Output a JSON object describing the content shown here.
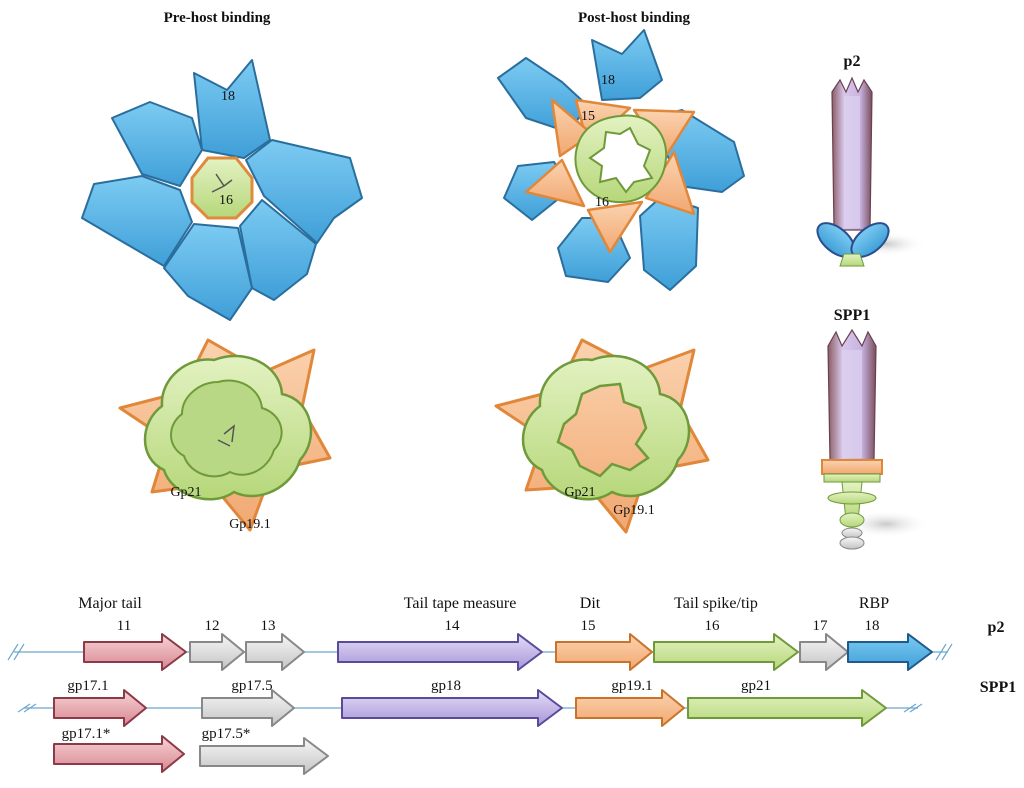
{
  "headings": {
    "pre": "Pre-host binding",
    "post": "Post-host binding",
    "p2": "p2",
    "spp1": "SPP1"
  },
  "labels": {
    "pre_outer": "18",
    "pre_inner": "16",
    "post_outer": "18",
    "post_ring": "15",
    "post_inner": "16",
    "spp1_pre_inner": "Gp21",
    "spp1_pre_outer": "Gp19.1",
    "spp1_post_inner": "Gp21",
    "spp1_post_outer": "Gp19.1"
  },
  "genome": {
    "p2_row_label": "p2",
    "spp1_row_label": "SPP1",
    "groups": {
      "major_tail": "Major tail",
      "tape": "Tail tape measure",
      "dit": "Dit",
      "spike": "Tail spike/tip",
      "rbp": "RBP"
    },
    "p2_genes": [
      "11",
      "12",
      "13",
      "14",
      "15",
      "16",
      "17",
      "18"
    ],
    "spp1_genes": [
      "gp17.1",
      "gp17.5",
      "gp18",
      "gp19.1",
      "gp21"
    ],
    "spp1_alt_genes": [
      "gp17.1*",
      "gp17.5*"
    ]
  },
  "colors": {
    "blue": "#5bb3e6",
    "orange": "#f4b98a",
    "green": "#c9e39a",
    "pink": "#e8a6ad",
    "grey": "#dcdcdc",
    "purple": "#c3b3e8"
  }
}
